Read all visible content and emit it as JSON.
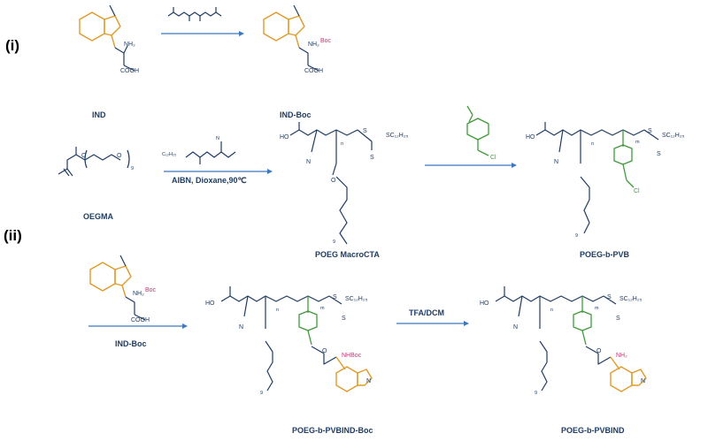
{
  "sections": {
    "i": "(i)",
    "ii": "(ii)"
  },
  "compounds": {
    "ind": "IND",
    "ind_boc": "IND-Boc",
    "oegma": "OEGMA",
    "macrocta": "POEG MacroCTA",
    "pvb": "POEG-b-PVB",
    "pvbind_boc": "POEG-b-PVBIND-Boc",
    "pvbind": "POEG-b-PVBIND",
    "ind_boc_reagent": "IND-Boc"
  },
  "conditions": {
    "step2": "AIBN, Dioxane,90℃",
    "step4": "TFA/DCM"
  },
  "atoms": {
    "nh2": "NH₂",
    "cooh": "COOH",
    "boc": "Boc",
    "nhboc": "NHBoc",
    "n": "N",
    "cl": "Cl",
    "ho": "HO",
    "sc12": "SC₁₂H₂₅",
    "c12": "C₁₂H₂₅",
    "s": "S",
    "o": "O",
    "nine": "9",
    "m": "m",
    "n_sub": "n"
  },
  "colors": {
    "ink": "#1f3c63",
    "arrow": "#3d78c0",
    "orange": "#e09a2a",
    "green": "#3f9a3a",
    "magenta": "#d6287a"
  }
}
